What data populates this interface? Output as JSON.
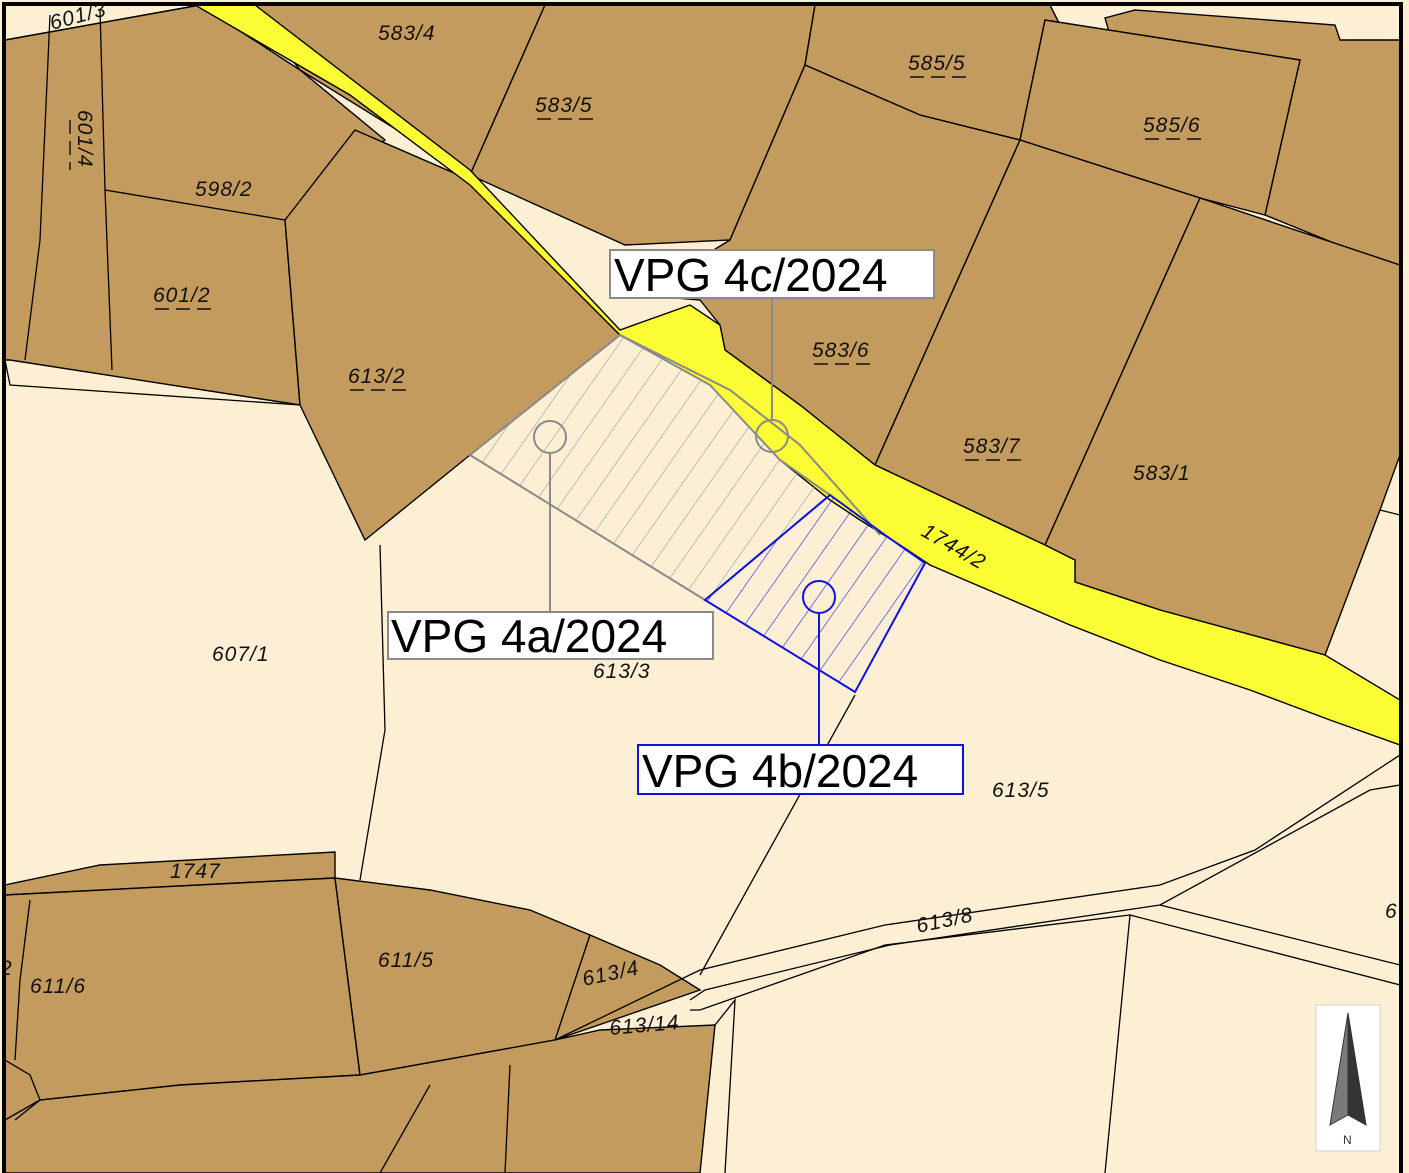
{
  "colors": {
    "built_up_parcel": "#c49b5e",
    "open_parcel": "#fdefd4",
    "road": "#fcfc34",
    "boundary_line": "#000000",
    "vpg_4a_outline": "#8a8a8a",
    "vpg_4b_outline": "#1010e0",
    "vpg_4c_outline": "#8a8a8a",
    "frame_border": "#000000"
  },
  "parcel_labels": [
    "601/3",
    "583/4",
    "583/5",
    "585/5",
    "585/6",
    "601/4",
    "598/2",
    "601/2",
    "613/2",
    "583/6",
    "583/7",
    "583/1",
    "1744/2",
    "607/1",
    "613/3",
    "613/5",
    "1747",
    "613/8",
    "6",
    "611/6",
    "611/5",
    "613/4",
    "613/14",
    "2"
  ],
  "vpg_callouts": [
    {
      "id": "vpg-4a",
      "label": "VPG 4a/2024",
      "outline_color": "#8a8a8a"
    },
    {
      "id": "vpg-4b",
      "label": "VPG 4b/2024",
      "outline_color": "#1010e0"
    },
    {
      "id": "vpg-4c",
      "label": "VPG 4c/2024",
      "outline_color": "#8a8a8a"
    }
  ],
  "north_arrow": {
    "letter": "N",
    "icon": "north-arrow-icon"
  }
}
